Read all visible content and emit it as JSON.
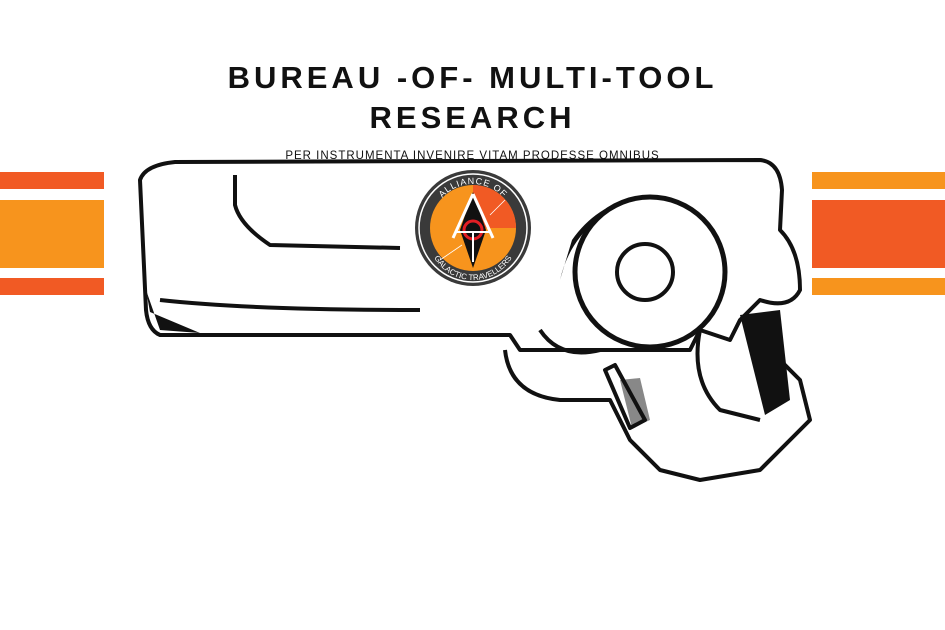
{
  "header": {
    "title_line1": "BUREAU -OF- MULTI-TOOL",
    "title_line2": "RESEARCH",
    "motto": "PER INSTRUMENTA INVENIRE VITAM PRODESSE OMNIBUS"
  },
  "emblem": {
    "top_text": "ALLIANCE OF",
    "bottom_text": "GALACTIC TRAVELLERS",
    "icon": "atlas-triangle-emblem"
  },
  "colors": {
    "orange": "#f7941d",
    "red_orange": "#f15a24",
    "ink": "#111111",
    "emblem_ring": "#3a3a3a",
    "emblem_red": "#e31e24"
  }
}
